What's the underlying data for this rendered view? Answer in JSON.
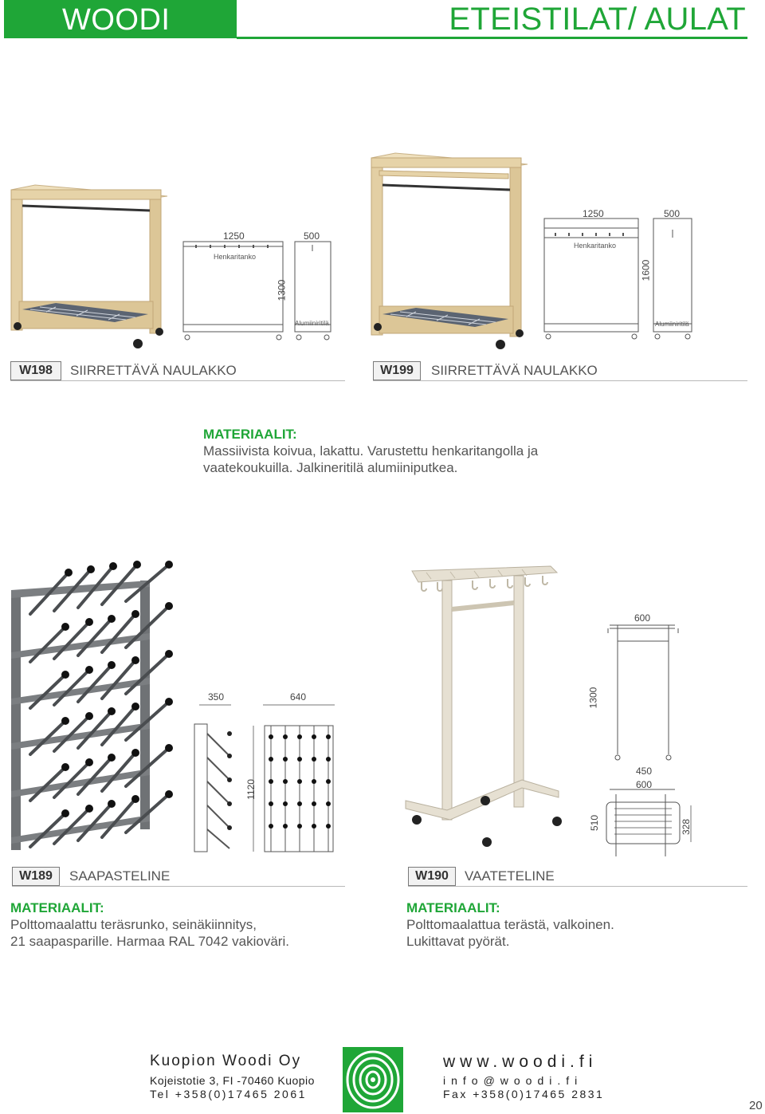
{
  "header": {
    "brand": "WOODI",
    "title": "ETEISTILAT/ AULAT"
  },
  "products": [
    {
      "code": "W198",
      "name": "SIIRRETTÄVÄ NAULAKKO",
      "dims": {
        "width": "1250",
        "depth": "500",
        "height": "1300",
        "rail": "Henkaritanko",
        "grid": "Alumiiniritilä"
      }
    },
    {
      "code": "W199",
      "name": "SIIRRETTÄVÄ NAULAKKO",
      "dims": {
        "width": "1250",
        "depth": "500",
        "height": "1600",
        "rail": "Henkaritanko",
        "grid": "Alumiiniritilä"
      }
    },
    {
      "code": "W189",
      "name": "SAAPASTELINE",
      "dims": {
        "depth": "350",
        "width": "640",
        "height": "1120"
      }
    },
    {
      "code": "W190",
      "name": "VAATETELINE",
      "dims": {
        "top_width": "600",
        "height": "1300",
        "inner": "450",
        "base_width": "600",
        "base_depth": "510",
        "inner_depth": "328"
      }
    }
  ],
  "materials_wood": {
    "title": "MATERIAALIT:",
    "lines": [
      "Massiivista koivua, lakattu. Varustettu henkaritangolla ja",
      "vaatekoukuilla. Jalkineritilä alumiiniputkea."
    ]
  },
  "materials_w189": {
    "title": "MATERIAALIT:",
    "lines": [
      "Polttomaalattu teräsrunko, seinäkiinnitys,",
      "21 saapasparille. Harmaa RAL 7042 vakioväri."
    ]
  },
  "materials_w190": {
    "title": "MATERIAALIT:",
    "lines": [
      "Polttomaalattua terästä, valkoinen.",
      "Lukittavat pyörät."
    ]
  },
  "footer": {
    "company": "Kuopion Woodi Oy",
    "address": "Kojeistotie 3, FI -70460 Kuopio",
    "tel": "Tel +358(0)17465 2061",
    "web": "www.woodi.fi",
    "email": "info@woodi.fi",
    "fax": "Fax +358(0)17465 2831"
  },
  "page_number": "20",
  "colors": {
    "brand_green": "#1fa637",
    "wood": "#e3cfa4",
    "steel_grey": "#6f7275",
    "cream_steel": "#e6e0d2"
  }
}
